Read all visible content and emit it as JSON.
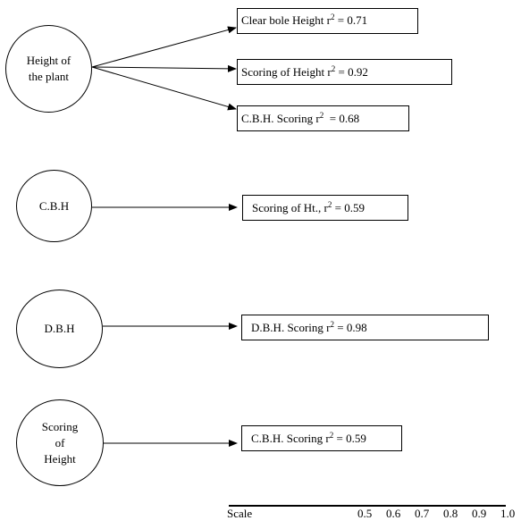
{
  "nodes": [
    {
      "lines": [
        "Height of",
        "the plant"
      ],
      "results": [
        {
          "text": "Clear bole Height",
          "r2_label": "r",
          "r2_exp": "2",
          "value_text": " = 0.71"
        },
        {
          "text": "Scoring of Height",
          "r2_label": "r",
          "r2_exp": "2",
          "value_text": " = 0.92"
        },
        {
          "text": "C.B.H. Scoring",
          "r2_label": "r",
          "r2_exp": "2",
          "value_text": "  = 0.68"
        }
      ]
    },
    {
      "lines": [
        "C.B.H"
      ],
      "results": [
        {
          "text": "Scoring of Ht.,",
          "r2_label": "r",
          "r2_exp": "2",
          "value_text": " = 0.59"
        }
      ]
    },
    {
      "lines": [
        "D.B.H"
      ],
      "results": [
        {
          "text": "D.B.H. Scoring",
          "r2_label": "r",
          "r2_exp": "2",
          "value_text": " = 0.98"
        }
      ]
    },
    {
      "lines": [
        "Scoring",
        "of",
        "Height"
      ],
      "results": [
        {
          "text": "C.B.H. Scoring",
          "r2_label": "r",
          "r2_exp": "2",
          "value_text": " = 0.59"
        }
      ]
    }
  ],
  "scale": {
    "label": "Scale",
    "ticks": [
      "0.5",
      "0.6",
      "0.7",
      "0.8",
      "0.9",
      "1.0"
    ]
  }
}
